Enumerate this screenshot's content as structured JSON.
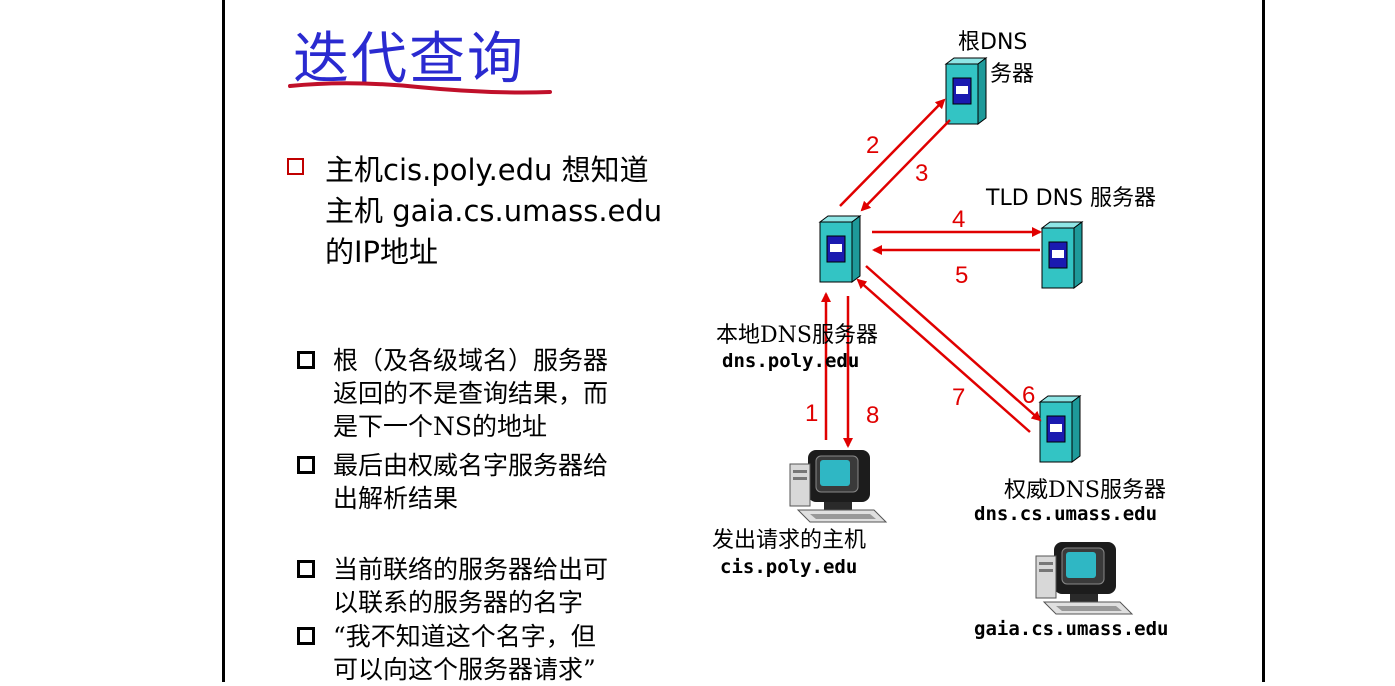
{
  "title": "迭代查询",
  "main_bullet": "主机cis.poly.edu 想知道\n主机 gaia.cs.umass.edu\n的IP地址",
  "notes": [
    "根（及各级域名）服务器\n返回的不是查询结果，而\n是下一个NS的地址",
    "最后由权威名字服务器给\n出解析结果",
    "当前联络的服务器给出可\n以联系的服务器的名字",
    "“我不知道这个名字，但\n可以向这个服务器请求”"
  ],
  "diagram": {
    "root_label_line1": "根DNS",
    "root_label_line2": "务器",
    "tld_label": "TLD DNS 服务器",
    "local_label": "本地DNS服务器",
    "local_host": "dns.poly.edu",
    "auth_label": "权威DNS服务器",
    "auth_host": "dns.cs.umass.edu",
    "req_label": "发出请求的主机",
    "req_host": "cis.poly.edu",
    "target_host": "gaia.cs.umass.edu",
    "steps": [
      "1",
      "2",
      "3",
      "4",
      "5",
      "6",
      "7",
      "8"
    ]
  },
  "colors": {
    "title": "#2a2ad0",
    "arrow": "#e00000",
    "server": "#33c4c4",
    "bullet_box": "#c00000"
  }
}
